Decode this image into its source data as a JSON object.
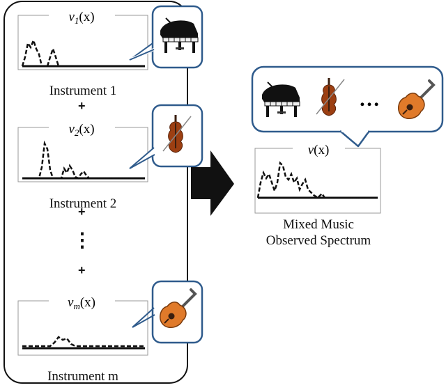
{
  "panels": [
    {
      "func": "v",
      "sub": "1",
      "arg": "(x)",
      "label": "Instrument 1",
      "instrument_icon": "piano-icon"
    },
    {
      "func": "v",
      "sub": "2",
      "arg": "(x)",
      "label": "Instrument 2",
      "instrument_icon": "violin-icon"
    },
    {
      "func": "v",
      "sub": "m",
      "arg": "(x)",
      "label": "Instrument m",
      "instrument_icon": "guitar-icon"
    }
  ],
  "plus_signs": [
    "+",
    "+",
    "+"
  ],
  "vertical_ellipsis": "⋮",
  "mixed": {
    "func": "v",
    "arg": "(x)",
    "label_line1": "Mixed Music",
    "label_line2": "Observed Spectrum",
    "ellipsis": "…",
    "instrument_icons": [
      "piano-icon",
      "violin-icon",
      "guitar-icon"
    ]
  },
  "colors": {
    "bubble_border": "#2f5b8c",
    "wood": "#b5521b",
    "piano": "#111111"
  }
}
